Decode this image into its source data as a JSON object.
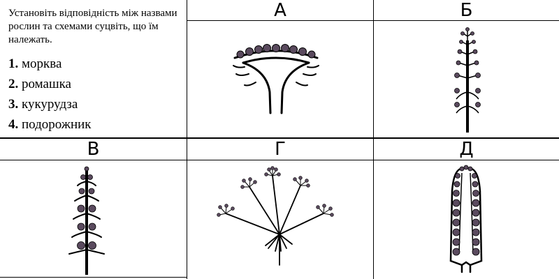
{
  "task": {
    "text": "Установіть відповідність  між назвами рослин та схемами суцвіть, що їм належать.",
    "options": [
      {
        "num": "1.",
        "label": "морква"
      },
      {
        "num": "2.",
        "label": "ромашка"
      },
      {
        "num": "3.",
        "label": "кукурудза"
      },
      {
        "num": "4.",
        "label": "подорожник"
      }
    ]
  },
  "cells": [
    {
      "letter": "А",
      "icon": "capitulum-inflorescence-icon"
    },
    {
      "letter": "Б",
      "icon": "spike-inflorescence-icon"
    },
    {
      "letter": "В",
      "icon": "raceme-inflorescence-icon"
    },
    {
      "letter": "Г",
      "icon": "compound-umbel-inflorescence-icon"
    },
    {
      "letter": "Д",
      "icon": "cob-inflorescence-icon"
    }
  ],
  "colors": {
    "line": "#000000",
    "flower": "#5a4a5e"
  }
}
